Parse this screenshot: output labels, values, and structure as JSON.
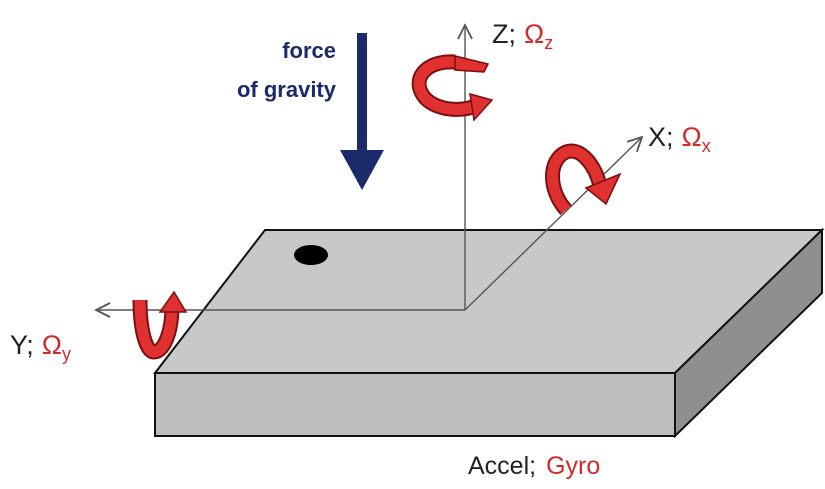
{
  "gravity": {
    "line1": "force",
    "line2": "of gravity",
    "color": "#1b2a6b"
  },
  "axes": {
    "z": {
      "name": "Z;",
      "rotation": "Ω",
      "subscript": "z"
    },
    "x": {
      "name": "X;",
      "rotation": "Ω",
      "subscript": "x"
    },
    "y": {
      "name": "Y;",
      "rotation": "Ω",
      "subscript": "y"
    }
  },
  "caption": {
    "accel": "Accel;",
    "gyro": "Gyro"
  },
  "colors": {
    "rotation": "#d22a2a",
    "board_top": "#c8c8c8",
    "board_front": "#bdbdbd",
    "board_side": "#8f8f8f",
    "axis_line": "#555555",
    "dot": "#000000"
  }
}
